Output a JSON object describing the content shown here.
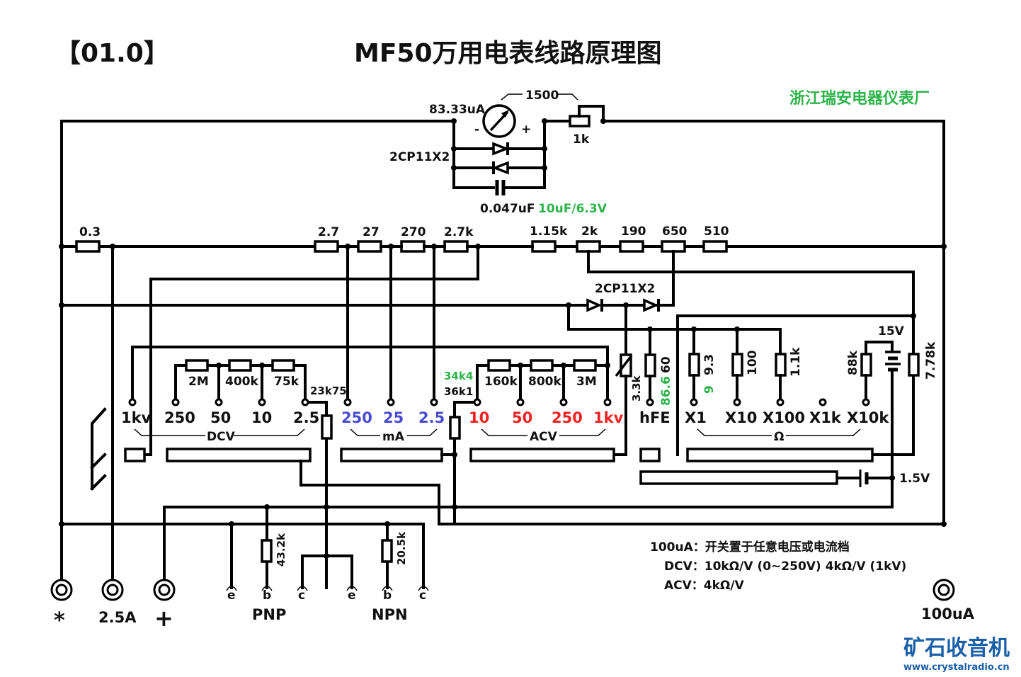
{
  "header": {
    "code": "【01.0】",
    "title": "MF50万用电表线路原理图",
    "manufacturer": "浙江瑞安电器仪表厂"
  },
  "meter": {
    "current": "83.33uA",
    "pot_value": "1500",
    "series_resistor": "1k",
    "diodes": "2CP11X2",
    "capacitor": "0.047uF",
    "capacitor_alt": "10uF/6.3V",
    "minus": "-",
    "plus": "+"
  },
  "shunt_chain": {
    "left": [
      "0.3",
      "2.7",
      "27",
      "270",
      "2.7k"
    ],
    "right": [
      "1.15k",
      "2k",
      "190",
      "650",
      "510"
    ]
  },
  "rectifier_diodes": "2CP11X2",
  "dcv": {
    "resistors": [
      "2M",
      "400k",
      "75k"
    ],
    "series": "23k75",
    "ranges": [
      "1kv",
      "250",
      "50",
      "10",
      "2.5"
    ],
    "group_label": "DCV"
  },
  "ma": {
    "ranges": [
      "250",
      "25",
      "2.5"
    ],
    "group_label": "mA"
  },
  "acv": {
    "series_alt": "34k4",
    "series": "36k1",
    "resistors": [
      "160k",
      "800k",
      "3M"
    ],
    "ranges": [
      "10",
      "50",
      "250",
      "1kv"
    ],
    "group_label": "ACV"
  },
  "hfe": {
    "pot": "3.3k",
    "resistor": "60",
    "resistor_alt": "86.6",
    "label": "hFE"
  },
  "ohm": {
    "resistors": [
      "9.3",
      "100",
      "1.1k",
      "88k",
      "7.78k"
    ],
    "resistor_alt": "9",
    "ranges": [
      "X1",
      "X10",
      "X100",
      "X1k",
      "X10k"
    ],
    "group_label": "Ω",
    "battery_high": "15V",
    "battery_low": "1.5V"
  },
  "transistor": {
    "pnp_resistor": "43.2k",
    "npn_resistor": "20.5k",
    "pins": [
      "e",
      "b",
      "c",
      "e",
      "b",
      "c"
    ],
    "pnp_label": "PNP",
    "npn_label": "NPN"
  },
  "jacks": {
    "common": "*",
    "amps": "2.5A",
    "positive": "+",
    "micro_amps": "100uA"
  },
  "notes": [
    "100uA：开关置于任意电压或电流档",
    "DCV：10kΩ/V (0~250V)    4kΩ/V (1kV)",
    "ACV：4kΩ/V"
  ],
  "logo": {
    "name": "矿石收音机",
    "url": "www.crystalradio.cn"
  }
}
